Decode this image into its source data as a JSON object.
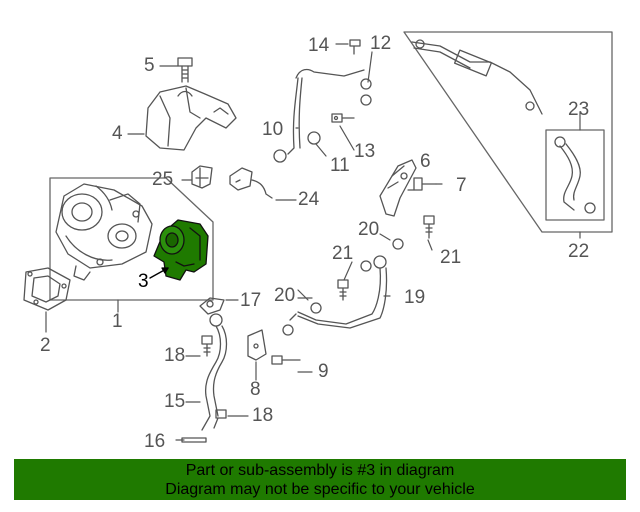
{
  "callouts": {
    "c1": "1",
    "c2": "2",
    "c3": "3",
    "c4": "4",
    "c5": "5",
    "c6": "6",
    "c7": "7",
    "c8": "8",
    "c9": "9",
    "c10": "10",
    "c11": "11",
    "c12": "12",
    "c13": "13",
    "c14": "14",
    "c15": "15",
    "c16": "16",
    "c17": "17",
    "c18a": "18",
    "c18b": "18",
    "c19": "19",
    "c20a": "20",
    "c20b": "20",
    "c21a": "21",
    "c21b": "21",
    "c22": "22",
    "c23": "23",
    "c24": "24",
    "c25": "25"
  },
  "banner": {
    "line1": "Part or sub-assembly is #3 in diagram",
    "line2": "Diagram may not be specific to your vehicle"
  },
  "colors": {
    "highlight_part": "#1f7a00",
    "banner_bg": "#1f7a00",
    "line_art": "#555555"
  }
}
